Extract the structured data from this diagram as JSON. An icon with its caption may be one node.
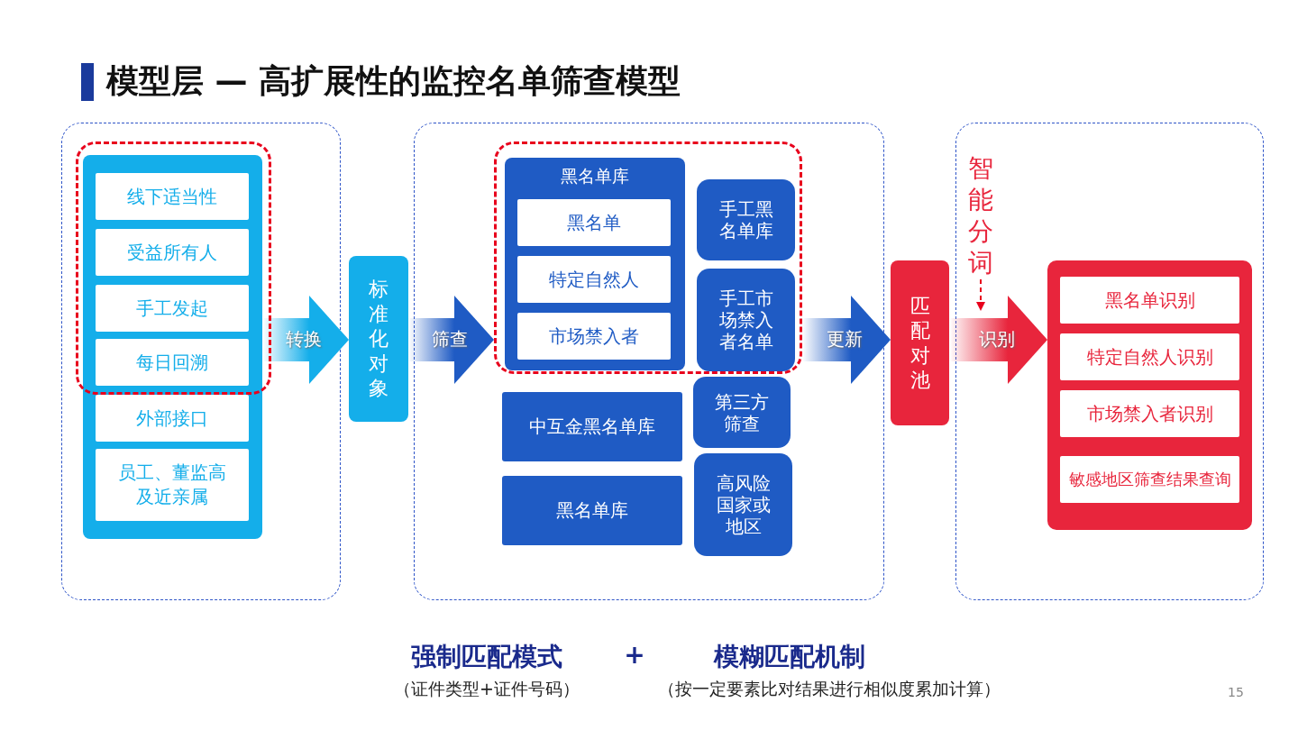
{
  "diagram": {
    "title": "模型层 — 高扩展性的监控名单筛查模型",
    "nodes": [
      {
        "text": [],
        "shape": "box"
      },
      {
        "text": [
          "线下适当性"
        ],
        "in": 0
      },
      {
        "text": [
          "受益所有人"
        ],
        "in": 0
      },
      {
        "text": [
          "手工发起"
        ],
        "in": 0
      },
      {
        "text": [
          "每日回溯"
        ],
        "in": 0
      },
      {
        "text": [
          "外部接口"
        ],
        "in": 0
      },
      {
        "text": [
          "员工、董监高及近亲属"
        ],
        "in": 0
      },
      {
        "text": [
          "标准化对象"
        ]
      },
      {
        "text": [],
        "shape": "box"
      },
      {
        "text": [
          "黑名单库"
        ],
        "in": 8
      },
      {
        "text": [
          "黑名单"
        ],
        "in": 9
      },
      {
        "text": [
          "特定自然人"
        ],
        "in": 9
      },
      {
        "text": [
          "市场禁入者"
        ],
        "in": 9
      },
      {
        "text": [
          "手工黑名单库"
        ],
        "in": 8
      },
      {
        "text": [
          "手工市场禁入者名单"
        ],
        "in": 8
      },
      {
        "text": [
          "中互金黑名单库"
        ]
      },
      {
        "text": [
          "第三方筛查"
        ]
      },
      {
        "text": [
          "黑名单库"
        ]
      },
      {
        "text": [
          "高风险国家或地区"
        ]
      },
      {
        "text": [
          "匹配对池"
        ]
      },
      {
        "text": [
          "智能分词"
        ]
      },
      {
        "text": [],
        "shape": "box"
      },
      {
        "text": [
          "黑名单识别"
        ],
        "in": 21
      },
      {
        "text": [
          "特定自然人识别"
        ],
        "in": 21
      },
      {
        "text": [
          "市场禁入者识别"
        ],
        "in": 21
      },
      {
        "text": [
          "敏感地区筛查结果查询"
        ],
        "in": 21
      }
    ],
    "edges": [
      {
        "from": 0,
        "to": 7,
        "arrow": "to",
        "label": "转换",
        "style": "thick",
        "color": "#14aeea"
      },
      {
        "from": 7,
        "to": 8,
        "arrow": "to",
        "label": "筛查",
        "style": "thick",
        "color": "#1f5bc4"
      },
      {
        "from": 8,
        "to": 19,
        "arrow": "to",
        "label": "更新",
        "style": "thick",
        "color": "#1f5bc4"
      },
      {
        "from": 19,
        "to": 21,
        "arrow": "to",
        "label": "识别",
        "style": "thick",
        "color": "#e8253c"
      },
      {
        "from": 20,
        "to": null,
        "arrow": "to",
        "style": "dashed",
        "color": "#e8001c"
      }
    ],
    "labels": [
      "强制匹配模式",
      "+",
      "模糊匹配机制",
      "（证件类型+证件号码）",
      "（按一定要素比对结果进行相似度累加计算）",
      "15"
    ]
  }
}
